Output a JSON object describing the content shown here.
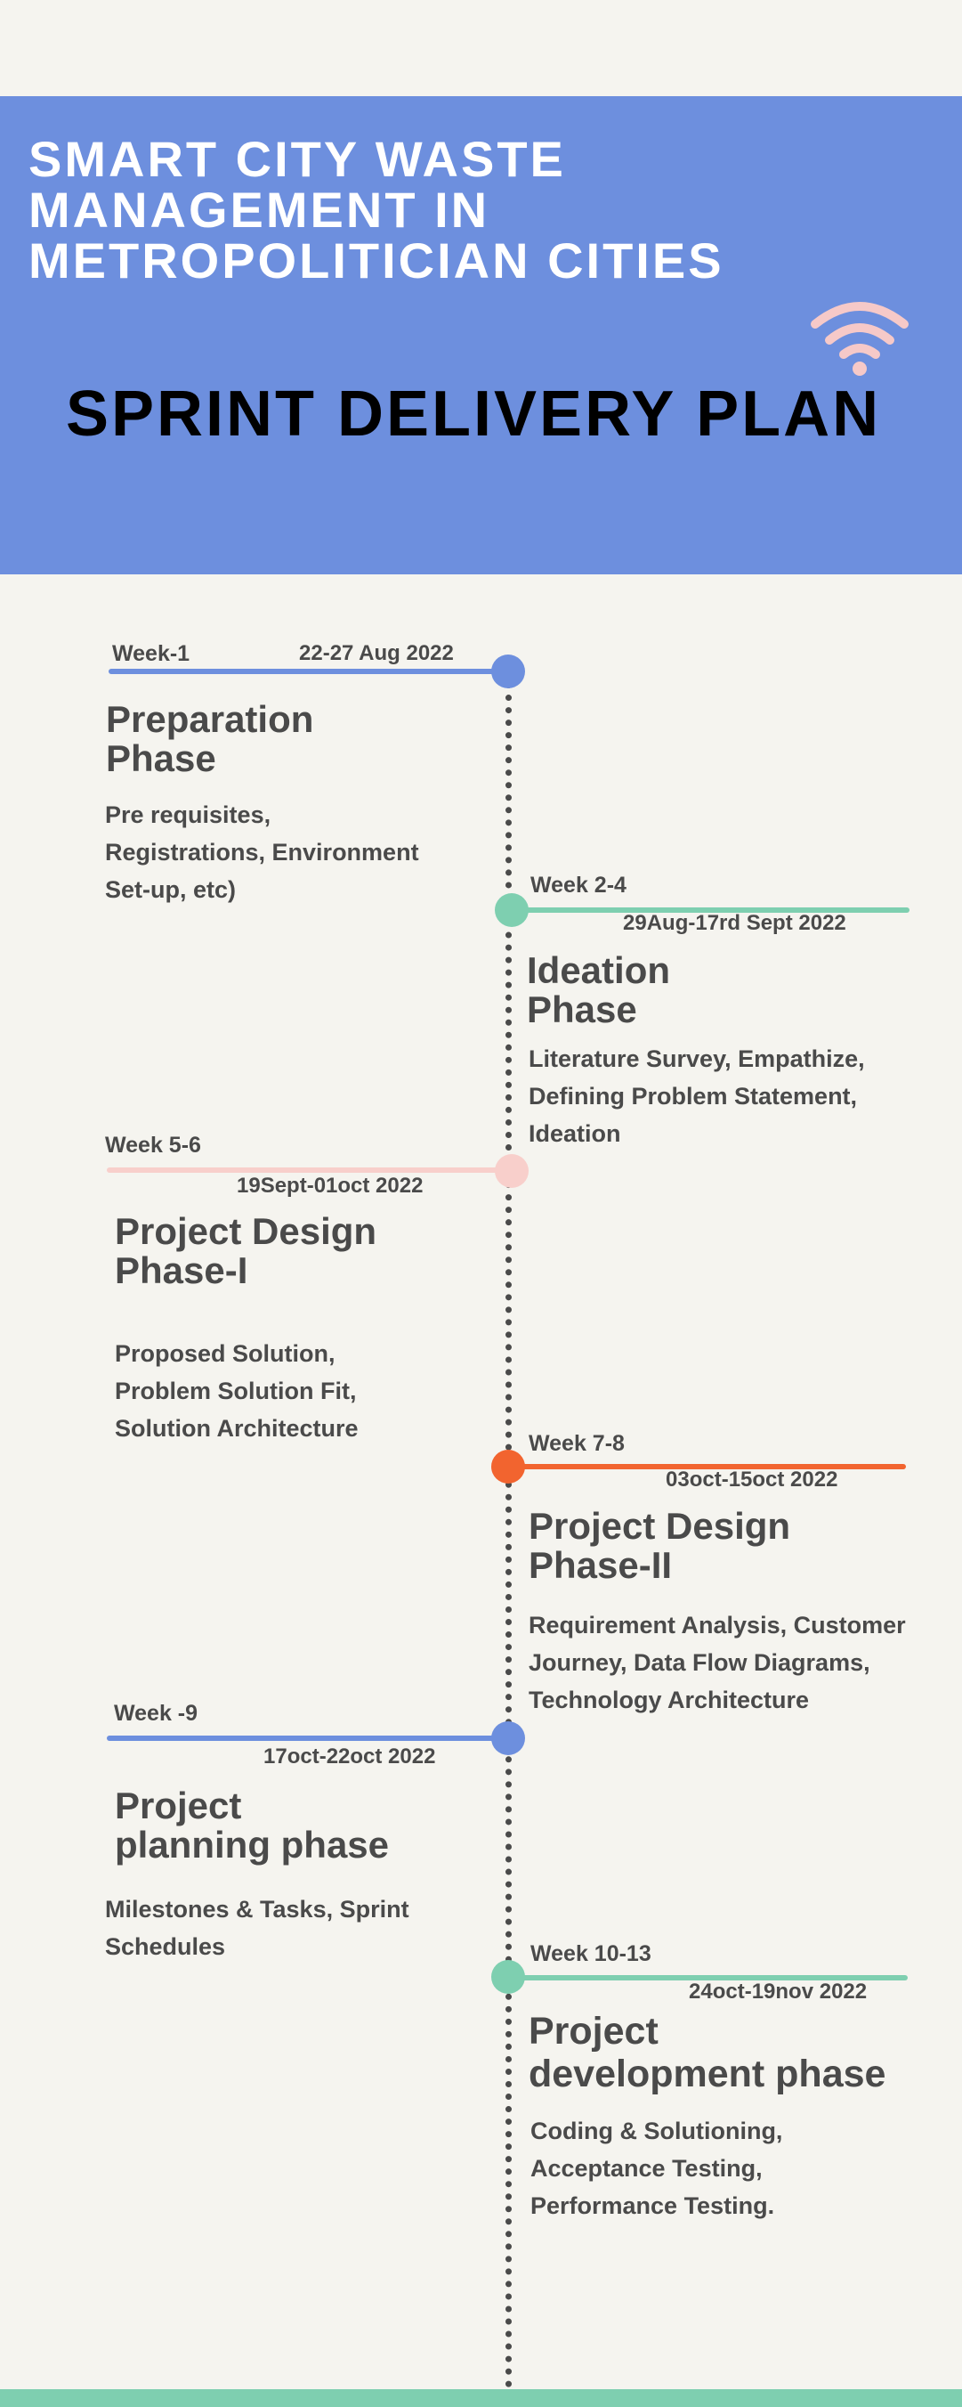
{
  "header": {
    "title": "SMART CITY WASTE\nMANAGEMENT IN\nMETROPOLITICIAN  CITIES",
    "subtitle": "SPRINT  DELIVERY  PLAN",
    "icon": "wifi-icon",
    "icon_color": "#f6c9c8"
  },
  "colors": {
    "banner": "#6d8fde",
    "background": "#f5f4ef",
    "blue": "#6d8fde",
    "green": "#7ecfb0",
    "pink": "#f8cfcb",
    "orange": "#f2642f",
    "text": "#4a4a4a"
  },
  "timeline": [
    {
      "week": "Week-1",
      "dates": "22-27  Aug  2022",
      "title": "Preparation\nPhase",
      "description": "Pre requisites,\nRegistrations, Environment\nSet-up, etc)"
    },
    {
      "week": "Week  2-4",
      "dates": "29Aug-17rd  Sept  2022",
      "title": "Ideation\nPhase",
      "description": "Literature  Survey,  Empathize,\nDefining   Problem   Statement,\nIdeation"
    },
    {
      "week": "Week  5-6",
      "dates": "19Sept-01oct  2022",
      "title": "Project  Design\nPhase-I",
      "description": "Proposed Solution,\nProblem Solution Fit,\nSolution  Architecture"
    },
    {
      "week": "Week  7-8",
      "dates": "03oct-15oct   2022",
      "title": "Project  Design\nPhase-II",
      "description": "Requirement  Analysis,  Customer\nJourney, Data Flow Diagrams,\nTechnology Architecture"
    },
    {
      "week": "Week  -9",
      "dates": "17oct-22oct   2022",
      "title": "Project\nplanning phase",
      "description": "Milestones & Tasks, Sprint\nSchedules"
    },
    {
      "week": "Week  10-13",
      "dates": "24oct-19nov  2022",
      "title": "Project\ndevelopment phase",
      "description": "Coding & Solutioning,\nAcceptance Testing,\nPerformance Testing."
    }
  ]
}
